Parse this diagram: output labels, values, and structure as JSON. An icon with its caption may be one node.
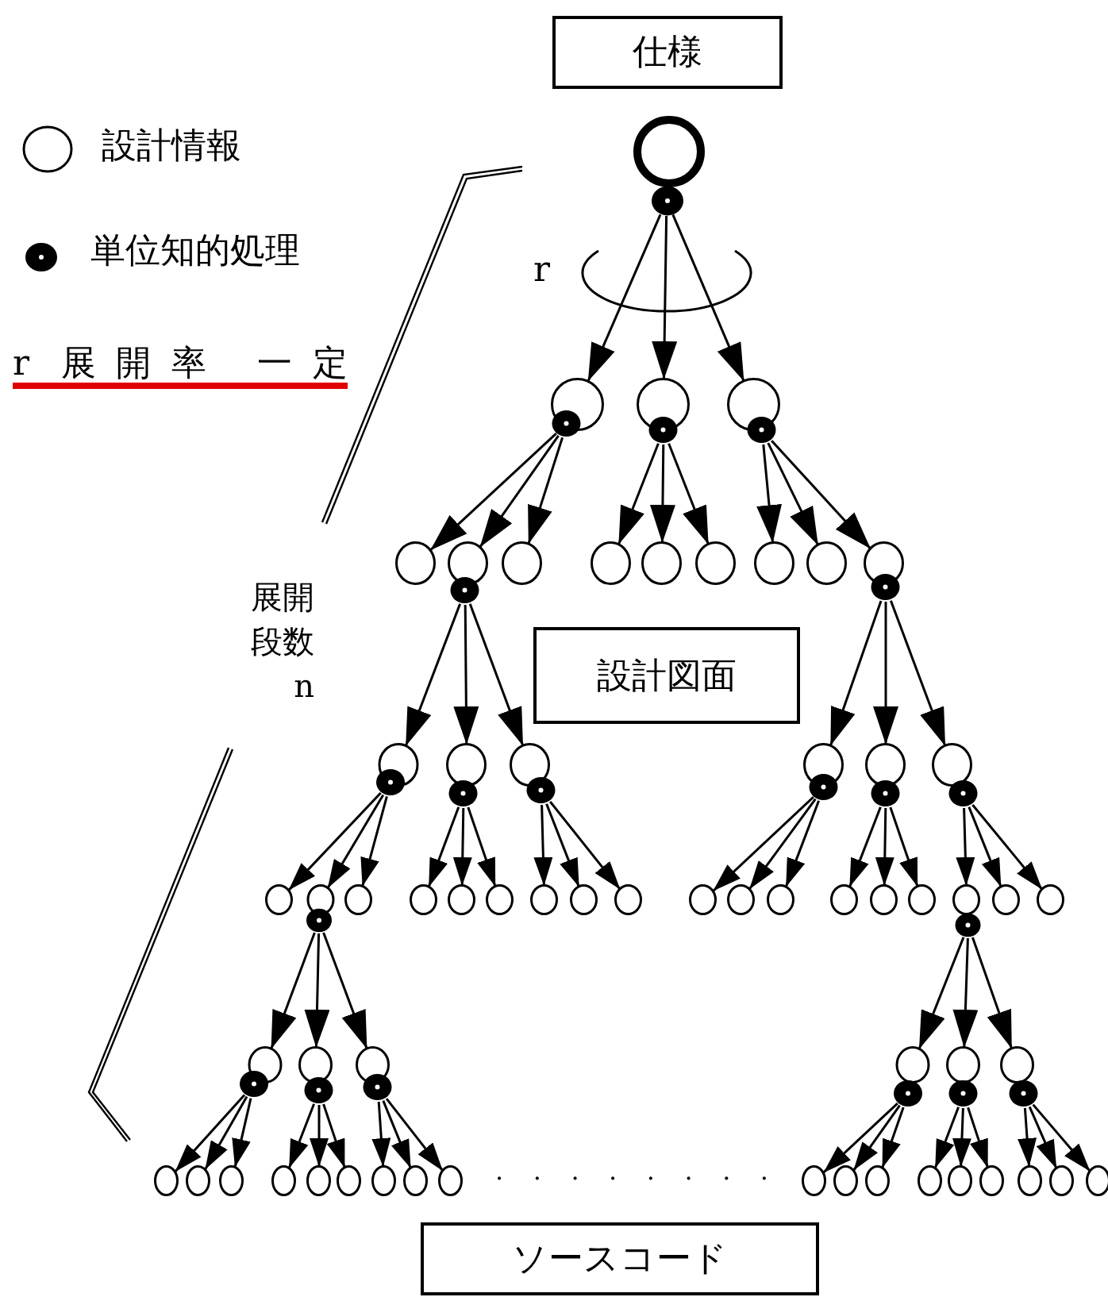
{
  "diagram": {
    "nodes": [
      {
        "text": [
          "仕様"
        ]
      },
      {
        "text": [],
        "shape": "circle"
      },
      {
        "text": [],
        "shape": "circle"
      },
      {
        "text": [],
        "shape": "circle"
      },
      {
        "text": [],
        "shape": "circle"
      },
      {
        "text": [],
        "shape": "circle"
      },
      {
        "text": [],
        "shape": "circle"
      },
      {
        "text": [],
        "shape": "circle"
      },
      {
        "text": [],
        "shape": "circle"
      },
      {
        "text": [],
        "shape": "circle"
      },
      {
        "text": [],
        "shape": "circle"
      },
      {
        "text": [],
        "shape": "circle"
      },
      {
        "text": [],
        "shape": "circle"
      },
      {
        "text": [],
        "shape": "circle"
      },
      {
        "text": [
          "設計図面"
        ]
      },
      {
        "text": [],
        "shape": "circle"
      },
      {
        "text": [],
        "shape": "circle"
      },
      {
        "text": [],
        "shape": "circle"
      },
      {
        "text": [],
        "shape": "circle"
      },
      {
        "text": [],
        "shape": "circle"
      },
      {
        "text": [],
        "shape": "circle"
      },
      {
        "text": [],
        "shape": "circle"
      },
      {
        "text": [],
        "shape": "circle"
      },
      {
        "text": [],
        "shape": "circle"
      },
      {
        "text": [],
        "shape": "circle"
      },
      {
        "text": [],
        "shape": "circle"
      },
      {
        "text": [],
        "shape": "circle"
      },
      {
        "text": [],
        "shape": "circle"
      },
      {
        "text": [],
        "shape": "circle"
      },
      {
        "text": [],
        "shape": "circle"
      },
      {
        "text": [],
        "shape": "circle"
      },
      {
        "text": [],
        "shape": "circle"
      },
      {
        "text": [],
        "shape": "circle"
      },
      {
        "text": [],
        "shape": "circle"
      },
      {
        "text": [],
        "shape": "circle"
      },
      {
        "text": [],
        "shape": "circle"
      },
      {
        "text": [],
        "shape": "circle"
      },
      {
        "text": [],
        "shape": "circle"
      },
      {
        "text": [],
        "shape": "circle"
      },
      {
        "text": [],
        "shape": "circle"
      },
      {
        "text": [],
        "shape": "circle"
      },
      {
        "text": [],
        "shape": "circle"
      },
      {
        "text": [],
        "shape": "circle"
      },
      {
        "text": [],
        "shape": "circle"
      },
      {
        "text": [],
        "shape": "circle"
      },
      {
        "text": [],
        "shape": "circle"
      },
      {
        "text": [],
        "shape": "circle"
      },
      {
        "text": [],
        "shape": "circle"
      },
      {
        "text": [],
        "shape": "circle"
      },
      {
        "text": [],
        "shape": "circle"
      },
      {
        "text": [],
        "shape": "circle"
      },
      {
        "text": [],
        "shape": "circle"
      },
      {
        "text": [],
        "shape": "circle"
      },
      {
        "text": [],
        "shape": "circle"
      },
      {
        "text": [],
        "shape": "circle"
      },
      {
        "text": [],
        "shape": "circle"
      },
      {
        "text": [],
        "shape": "circle"
      },
      {
        "text": [],
        "shape": "circle"
      },
      {
        "text": [],
        "shape": "circle"
      },
      {
        "text": [],
        "shape": "circle"
      },
      {
        "text": [],
        "shape": "circle"
      },
      {
        "text": [],
        "shape": "circle"
      },
      {
        "text": [],
        "shape": "circle"
      },
      {
        "text": [
          "ソースコード"
        ]
      }
    ],
    "edges": [
      {
        "from": 1,
        "to": 2,
        "arrow": "to"
      },
      {
        "from": 1,
        "to": 3,
        "arrow": "to"
      },
      {
        "from": 1,
        "to": 4,
        "arrow": "to"
      },
      {
        "from": 2,
        "to": 5,
        "arrow": "to"
      },
      {
        "from": 2,
        "to": 6,
        "arrow": "to"
      },
      {
        "from": 2,
        "to": 7,
        "arrow": "to"
      },
      {
        "from": 3,
        "to": 8,
        "arrow": "to"
      },
      {
        "from": 3,
        "to": 9,
        "arrow": "to"
      },
      {
        "from": 3,
        "to": 10,
        "arrow": "to"
      },
      {
        "from": 4,
        "to": 11,
        "arrow": "to"
      },
      {
        "from": 4,
        "to": 12,
        "arrow": "to"
      },
      {
        "from": 4,
        "to": 13,
        "arrow": "to"
      },
      {
        "from": 6,
        "to": 15,
        "arrow": "to"
      },
      {
        "from": 6,
        "to": 16,
        "arrow": "to"
      },
      {
        "from": 6,
        "to": 17,
        "arrow": "to"
      },
      {
        "from": 13,
        "to": 18,
        "arrow": "to"
      },
      {
        "from": 13,
        "to": 19,
        "arrow": "to"
      },
      {
        "from": 13,
        "to": 20,
        "arrow": "to"
      },
      {
        "from": 15,
        "to": 21,
        "arrow": "to"
      },
      {
        "from": 15,
        "to": 22,
        "arrow": "to"
      },
      {
        "from": 15,
        "to": 23,
        "arrow": "to"
      },
      {
        "from": 16,
        "to": 24,
        "arrow": "to"
      },
      {
        "from": 16,
        "to": 25,
        "arrow": "to"
      },
      {
        "from": 16,
        "to": 26,
        "arrow": "to"
      },
      {
        "from": 17,
        "to": 27,
        "arrow": "to"
      },
      {
        "from": 17,
        "to": 28,
        "arrow": "to"
      },
      {
        "from": 17,
        "to": 29,
        "arrow": "to"
      },
      {
        "from": 18,
        "to": 30,
        "arrow": "to"
      },
      {
        "from": 18,
        "to": 31,
        "arrow": "to"
      },
      {
        "from": 18,
        "to": 32,
        "arrow": "to"
      },
      {
        "from": 19,
        "to": 33,
        "arrow": "to"
      },
      {
        "from": 19,
        "to": 34,
        "arrow": "to"
      },
      {
        "from": 19,
        "to": 35,
        "arrow": "to"
      },
      {
        "from": 20,
        "to": 36,
        "arrow": "to"
      },
      {
        "from": 20,
        "to": 37,
        "arrow": "to"
      },
      {
        "from": 20,
        "to": 38,
        "arrow": "to"
      },
      {
        "from": 22,
        "to": 39,
        "arrow": "to"
      },
      {
        "from": 22,
        "to": 40,
        "arrow": "to"
      },
      {
        "from": 22,
        "to": 41,
        "arrow": "to"
      },
      {
        "from": 36,
        "to": 42,
        "arrow": "to"
      },
      {
        "from": 36,
        "to": 43,
        "arrow": "to"
      },
      {
        "from": 36,
        "to": 44,
        "arrow": "to"
      },
      {
        "from": 39,
        "to": 45,
        "arrow": "to"
      },
      {
        "from": 39,
        "to": 46,
        "arrow": "to"
      },
      {
        "from": 39,
        "to": 47,
        "arrow": "to"
      },
      {
        "from": 40,
        "to": 48,
        "arrow": "to"
      },
      {
        "from": 40,
        "to": 49,
        "arrow": "to"
      },
      {
        "from": 40,
        "to": 50,
        "arrow": "to"
      },
      {
        "from": 41,
        "to": 51,
        "arrow": "to"
      },
      {
        "from": 41,
        "to": 52,
        "arrow": "to"
      },
      {
        "from": 41,
        "to": 53,
        "arrow": "to"
      },
      {
        "from": 42,
        "to": 54,
        "arrow": "to"
      },
      {
        "from": 42,
        "to": 55,
        "arrow": "to"
      },
      {
        "from": 42,
        "to": 56,
        "arrow": "to"
      },
      {
        "from": 43,
        "to": 57,
        "arrow": "to"
      },
      {
        "from": 43,
        "to": 58,
        "arrow": "to"
      },
      {
        "from": 43,
        "to": 59,
        "arrow": "to"
      },
      {
        "from": 44,
        "to": 60,
        "arrow": "to"
      },
      {
        "from": 44,
        "to": 61,
        "arrow": "to"
      },
      {
        "from": 44,
        "to": 62,
        "arrow": "to"
      }
    ],
    "labels": [
      "r",
      "r 展開率 一定",
      "展開段数 n",
      ". . . . . . . ."
    ],
    "legend": [
      {
        "text": "設計情報"
      },
      {
        "text": "単位知的処理"
      }
    ]
  }
}
